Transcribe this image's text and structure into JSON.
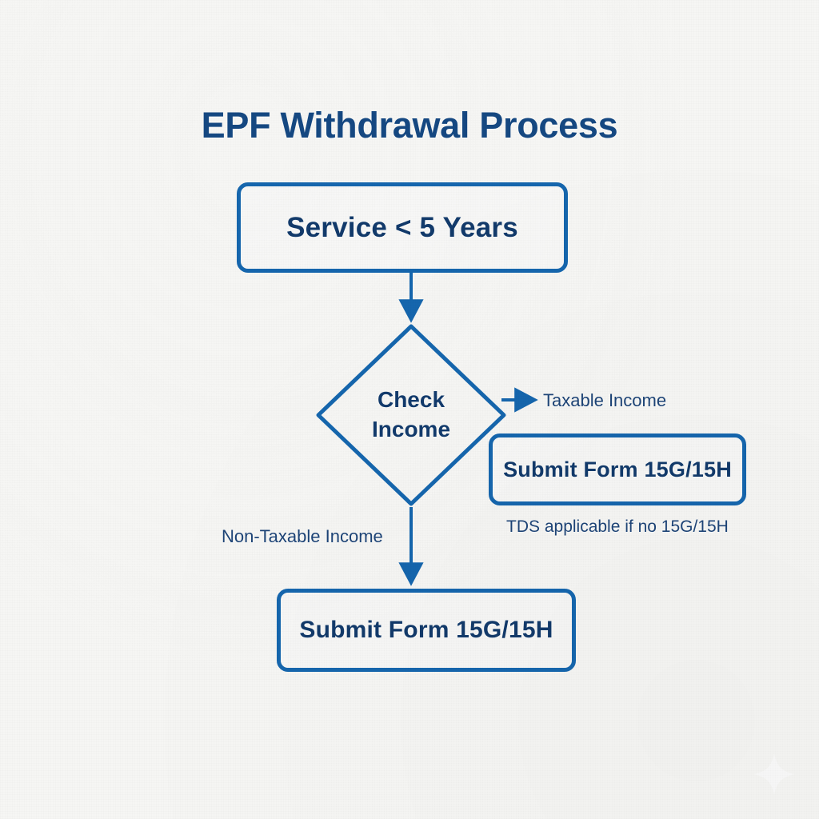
{
  "title": "EPF Withdrawal Process",
  "theme": {
    "background": "#f6f6f4",
    "stroke": "#1566ae",
    "node_text": "#123a6b",
    "title_text": "#154882",
    "label_text": "#1d4477"
  },
  "nodes": {
    "service": {
      "label": "Service < 5 Years",
      "shape": "rounded-rect"
    },
    "check_income": {
      "label_line1": "Check",
      "label_line2": "Income",
      "shape": "diamond"
    },
    "submit_right": {
      "label": "Submit Form 15G/15H",
      "shape": "rounded-rect"
    },
    "submit_bottom": {
      "label": "Submit Form 15G/15H",
      "shape": "rounded-rect"
    }
  },
  "edges": {
    "service_to_check": {
      "label": ""
    },
    "check_to_taxable": {
      "label": "Taxable Income"
    },
    "check_to_non_taxable": {
      "label": "Non-Taxable Income"
    }
  },
  "captions": {
    "tds_note": "TDS applicable if no 15G/15H"
  },
  "decor": {
    "sparkle": "sparkle-icon"
  }
}
